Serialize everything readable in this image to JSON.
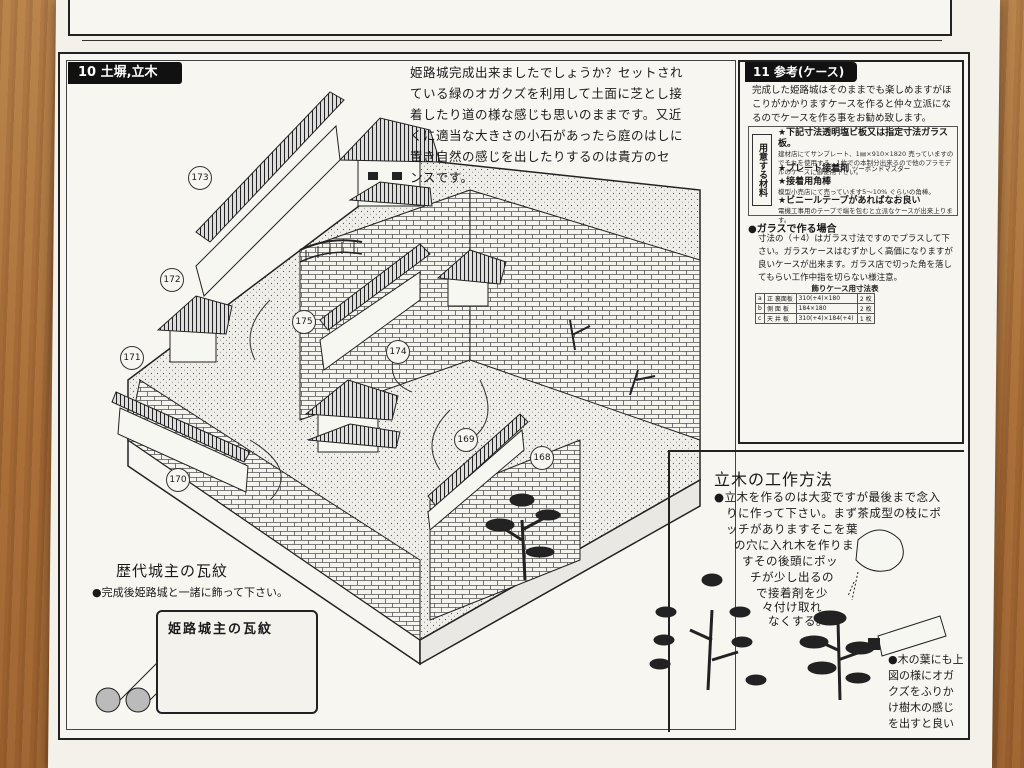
{
  "section10": {
    "label": "10 土塀,立木",
    "intro_lines": [
      "姫路城完成出来ましたでしょうか？セットされ",
      "ている緑のオガクズを利用して土面に芝とし接",
      "着したり道の様な感じも思いのままです。又近",
      "くに適当な大きさの小石があったら庭のはしに",
      "置き自然の感じを出したりするのは貴方のセ",
      "ンスです。"
    ],
    "callouts": [
      "173",
      "172",
      "175",
      "174",
      "171",
      "169",
      "168",
      "170"
    ]
  },
  "section11": {
    "label": "11 参考(ケース)",
    "intro": "完成した姫路城はそのままでも楽しめますがほこりがかかりますケースを作ると仲々立派になるのでケースを作る事をお勧め致します。",
    "materials_side": "用意する材料",
    "materials": [
      {
        "title": "★下記寸法透明塩ビ板又は指定寸法ガラス板。",
        "sub": "建材店にてサンプレート、1㎜×910×1820 売っていますのでそれを使用する。1枚での本制分出来るので他のプラモデルのケースに御使用下さい。"
      },
      {
        "title": "★プレート接着剤",
        "sub": "ツーボンドマスター"
      },
      {
        "title": "★接着用角棒",
        "sub": "模型小売店にて売っています5～10% ぐらいの角棒。"
      },
      {
        "title": "★ビニールテープがあればなお良い",
        "sub": "電機工事用のテープで端を包むと立派なケースが出来上ります。"
      }
    ],
    "glass_heading": "●ガラスで作る場合",
    "glass_text": "寸法の（＋4）はガラス寸法ですのでプラスして下さい。ガラスケースはむずかしく高価になりますが良いケースが出来ます。ガラス店で切った角を落してもらい工作中指を切らない様注意。",
    "table_title": "飾りケース用寸法表",
    "table_rows": [
      [
        "a",
        "正 裏面板",
        "310(+4)×180",
        "2 枚"
      ],
      [
        "b",
        "側 面 板",
        "184×180",
        "2 枚"
      ],
      [
        "c",
        "天 井 板",
        "310(+4)×184(+4)",
        "1 枚"
      ]
    ]
  },
  "trees": {
    "heading": "立木の工作方法",
    "lines": [
      "●立木を作るのは大変ですが最後まで念入",
      "りに作って下さい。まず茶成型の枝にポ",
      "ッチがありますそこを葉",
      "の穴に入れ木を作りま",
      "すその後頭にポッ",
      "チが少し出るの",
      "で接着剤を少",
      "々付け取れ",
      "なくする。"
    ],
    "leaf_lines": [
      "●木の葉にも上",
      "図の様にオガ",
      "クズをふりか",
      "け樹木の感じ",
      "を出すと良い"
    ]
  },
  "crests": {
    "heading": "歴代城主の瓦紋",
    "note": "●完成後姫路城と一諸に飾って下さい。",
    "card_title": "姫路城主の瓦紋"
  },
  "colors": {
    "paper": "#f3f1ea",
    "ink": "#1a1a1a",
    "label_bg": "#111111",
    "wood": "#a8703a"
  }
}
